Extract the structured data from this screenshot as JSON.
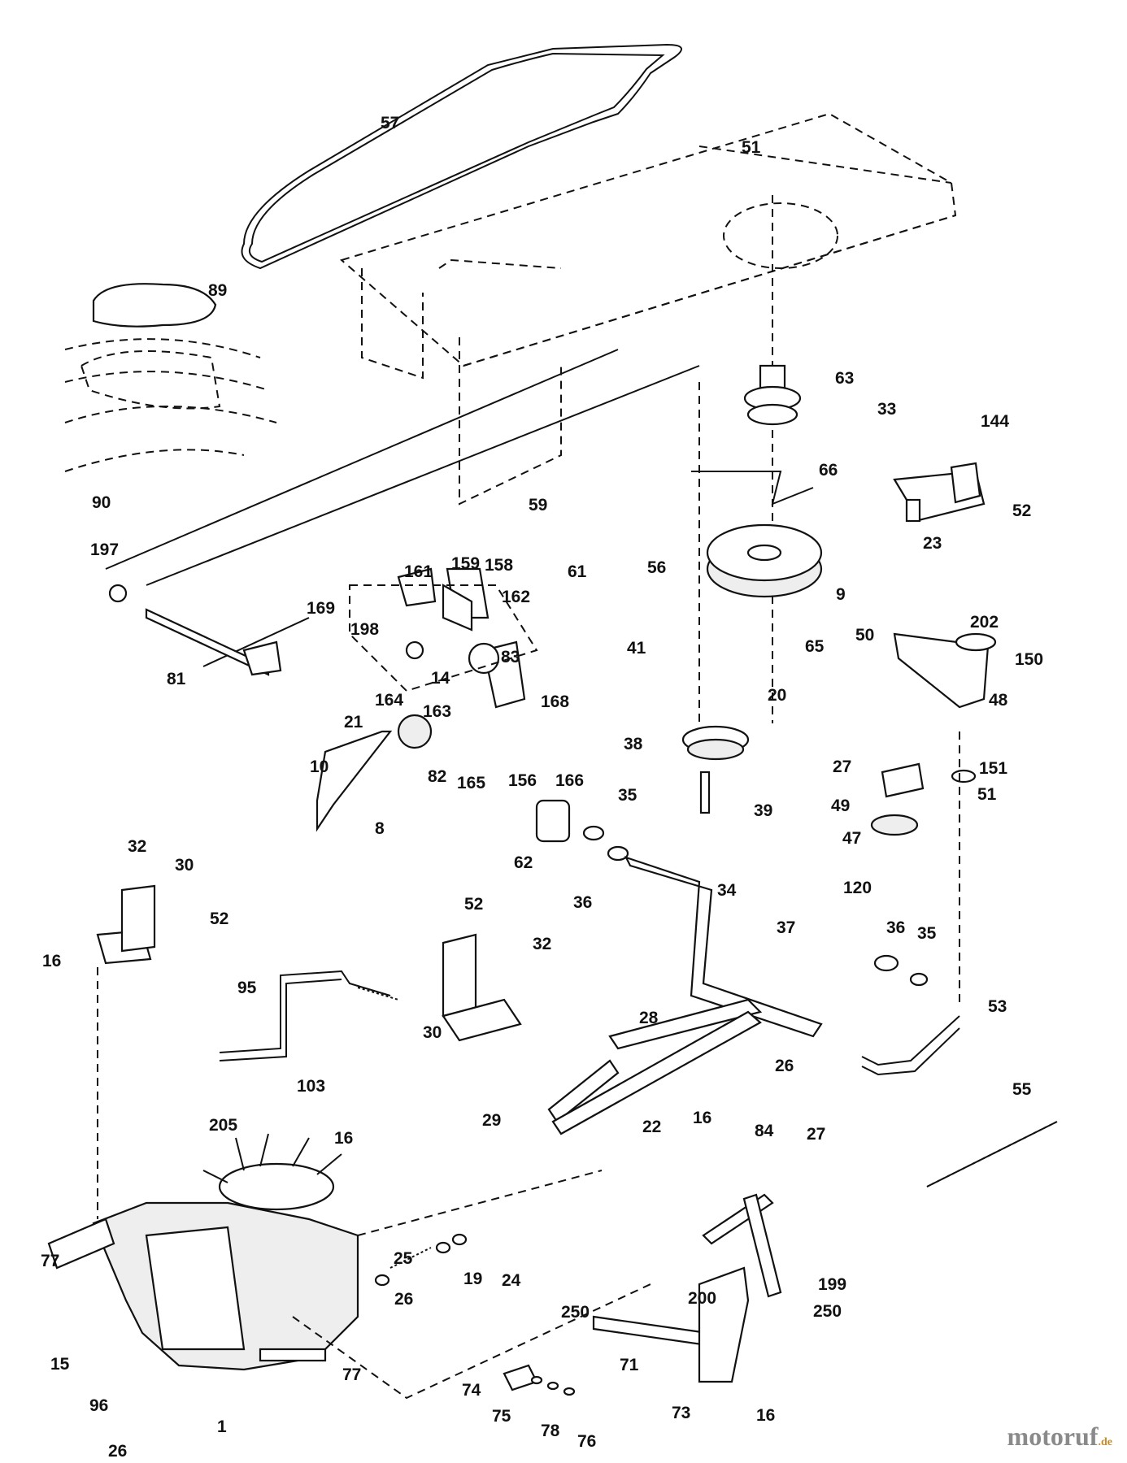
{
  "labels": [
    "57",
    "51",
    "89",
    "63",
    "33",
    "144",
    "66",
    "52",
    "23",
    "90",
    "59",
    "61",
    "56",
    "9",
    "197",
    "161",
    "159",
    "158",
    "169",
    "162",
    "198",
    "41",
    "65",
    "50",
    "202",
    "150",
    "81",
    "164",
    "14",
    "83",
    "20",
    "48",
    "163",
    "168",
    "21",
    "82",
    "156",
    "166",
    "165",
    "38",
    "27",
    "151",
    "10",
    "49",
    "8",
    "39",
    "35",
    "51",
    "62",
    "47",
    "36",
    "120",
    "34",
    "32",
    "30",
    "52",
    "52",
    "37",
    "16",
    "32",
    "36",
    "35",
    "95",
    "53",
    "30",
    "28",
    "103",
    "26",
    "205",
    "16",
    "29",
    "22",
    "55",
    "16",
    "84",
    "27",
    "77",
    "25",
    "26",
    "19",
    "24",
    "199",
    "200",
    "250",
    "250",
    "15",
    "71",
    "77",
    "74",
    "75",
    "73",
    "16",
    "96",
    "78",
    "76",
    "1",
    "26"
  ],
  "watermark": {
    "brand": "motoruf",
    "suffix": ".de"
  }
}
